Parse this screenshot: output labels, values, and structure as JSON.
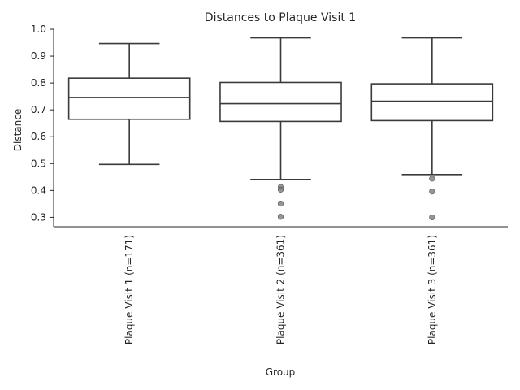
{
  "chart_data": {
    "type": "box",
    "title": "Distances to Plaque Visit 1",
    "xlabel": "Group",
    "ylabel": "Distance",
    "ylim": [
      0.265,
      1.0
    ],
    "yticks": [
      "0.3",
      "0.4",
      "0.5",
      "0.6",
      "0.7",
      "0.8",
      "0.9",
      "1.0"
    ],
    "grid": false,
    "categories": [
      "Plaque Visit 1 (n=171)",
      "Plaque Visit 2 (n=361)",
      "Plaque Visit 3 (n=361)"
    ],
    "boxes": [
      {
        "whisker_low": 0.497,
        "q1": 0.665,
        "median": 0.746,
        "q3": 0.818,
        "whisker_high": 0.947,
        "outliers": []
      },
      {
        "whisker_low": 0.441,
        "q1": 0.657,
        "median": 0.723,
        "q3": 0.802,
        "whisker_high": 0.968,
        "outliers": [
          0.413,
          0.403,
          0.351,
          0.302
        ]
      },
      {
        "whisker_low": 0.459,
        "q1": 0.66,
        "median": 0.732,
        "q3": 0.797,
        "whisker_high": 0.968,
        "outliers": [
          0.444,
          0.396,
          0.3
        ]
      }
    ],
    "colors": {
      "box_edge": "#3a3a3a",
      "box_fill": "#ffffff",
      "outlier": "#7a7a7a",
      "axis": "#262626"
    }
  }
}
